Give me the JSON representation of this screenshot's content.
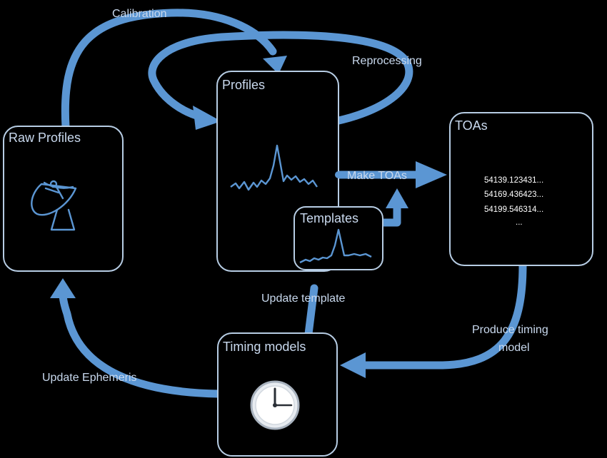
{
  "nodes": {
    "raw_profiles": {
      "title": "Raw Profiles",
      "icon": "satellite-dish-icon"
    },
    "profiles": {
      "title": "Profiles"
    },
    "templates": {
      "title": "Templates"
    },
    "toas": {
      "title": "TOAs",
      "values": [
        "54139.123431...",
        "54169.436423...",
        "54199.546314...",
        "..."
      ]
    },
    "timing_models": {
      "title": "Timing models",
      "icon": "clock-icon"
    }
  },
  "edges": {
    "calibration": "Calibration",
    "reprocessing": "Reprocessing",
    "make_toas": "Make TOAs",
    "update_template": "Update template",
    "produce_timing_model_line1": "Produce timing",
    "produce_timing_model_line2": "model",
    "update_ephemeris": "Update Ephemeris"
  },
  "colors": {
    "arrow": "#5b96d3",
    "box_border": "#b7cde4",
    "background": "#000000",
    "text": "#c9d9ee"
  }
}
